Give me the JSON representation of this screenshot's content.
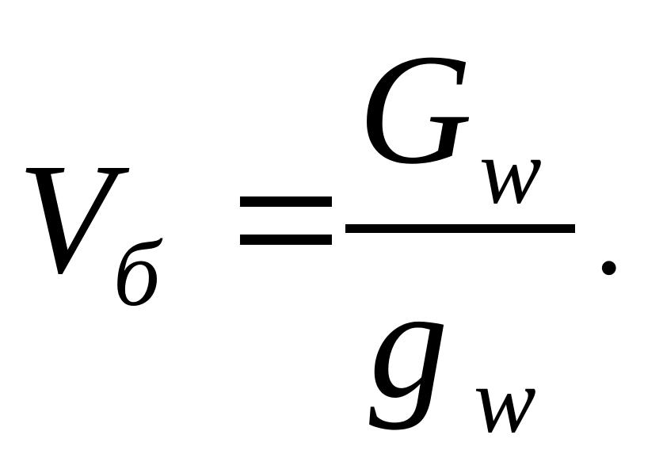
{
  "formula": {
    "lhs": {
      "symbol": "V",
      "subscript": "б"
    },
    "equals": "=",
    "fraction": {
      "numerator": {
        "symbol": "G",
        "subscript": "w"
      },
      "denominator": {
        "symbol": "g",
        "subscript": "w"
      }
    },
    "terminator": "."
  },
  "colors": {
    "ink": "#000000",
    "background": "#ffffff"
  }
}
